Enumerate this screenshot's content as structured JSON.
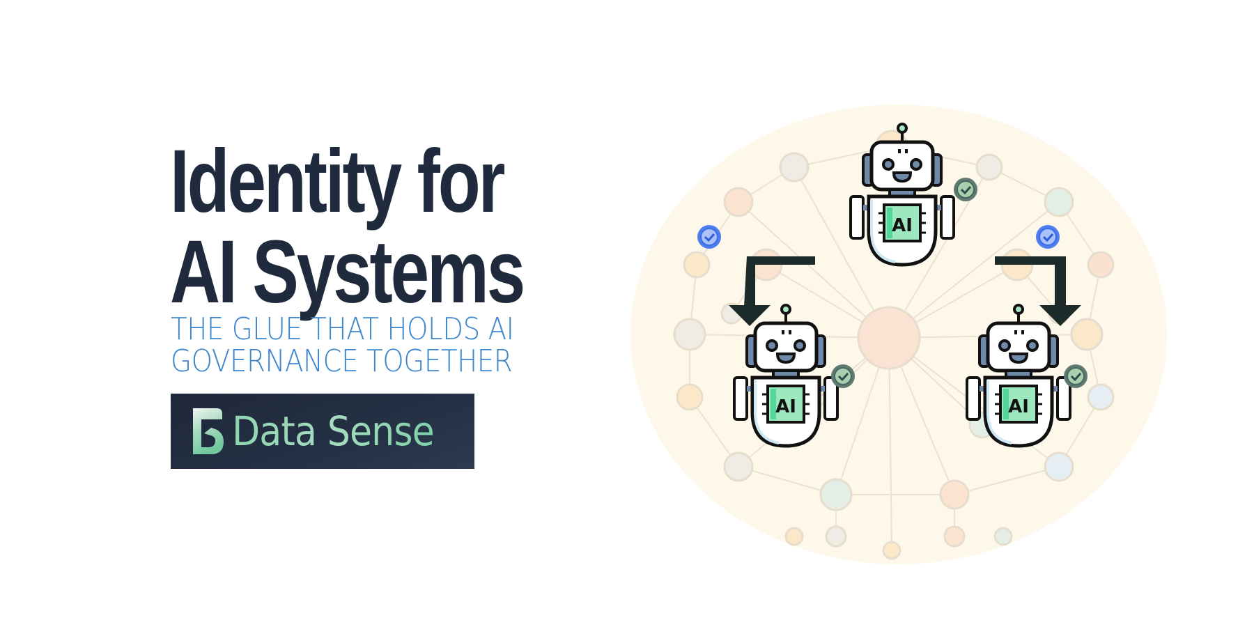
{
  "hero": {
    "title_line1": "Identity for",
    "title_line2": "AI Systems",
    "subtitle_line1": "THE GLUE THAT HOLDS AI",
    "subtitle_line2": "GOVERNANCE TOGETHER"
  },
  "brand": {
    "name": "Data Sense",
    "logo_icon": "data-sense-logo-icon",
    "colors": {
      "title": "#1f2a3c",
      "subtitle": "#3a85cc",
      "logo_bg": "#1f2839",
      "logo_text": "#8fd4b2"
    }
  },
  "illustration": {
    "background_color": "#fdf8ea",
    "robots": [
      {
        "position": "top",
        "chip_label": "AI",
        "badge": "green-verified-badge"
      },
      {
        "position": "bottom-left",
        "chip_label": "AI",
        "badge": "green-verified-badge"
      },
      {
        "position": "bottom-right",
        "chip_label": "AI",
        "badge": "green-verified-badge"
      }
    ],
    "arrows": [
      "left-down-arrow",
      "right-down-arrow"
    ],
    "blue_badges": [
      "left-blue-verified-badge",
      "right-blue-verified-badge"
    ]
  }
}
